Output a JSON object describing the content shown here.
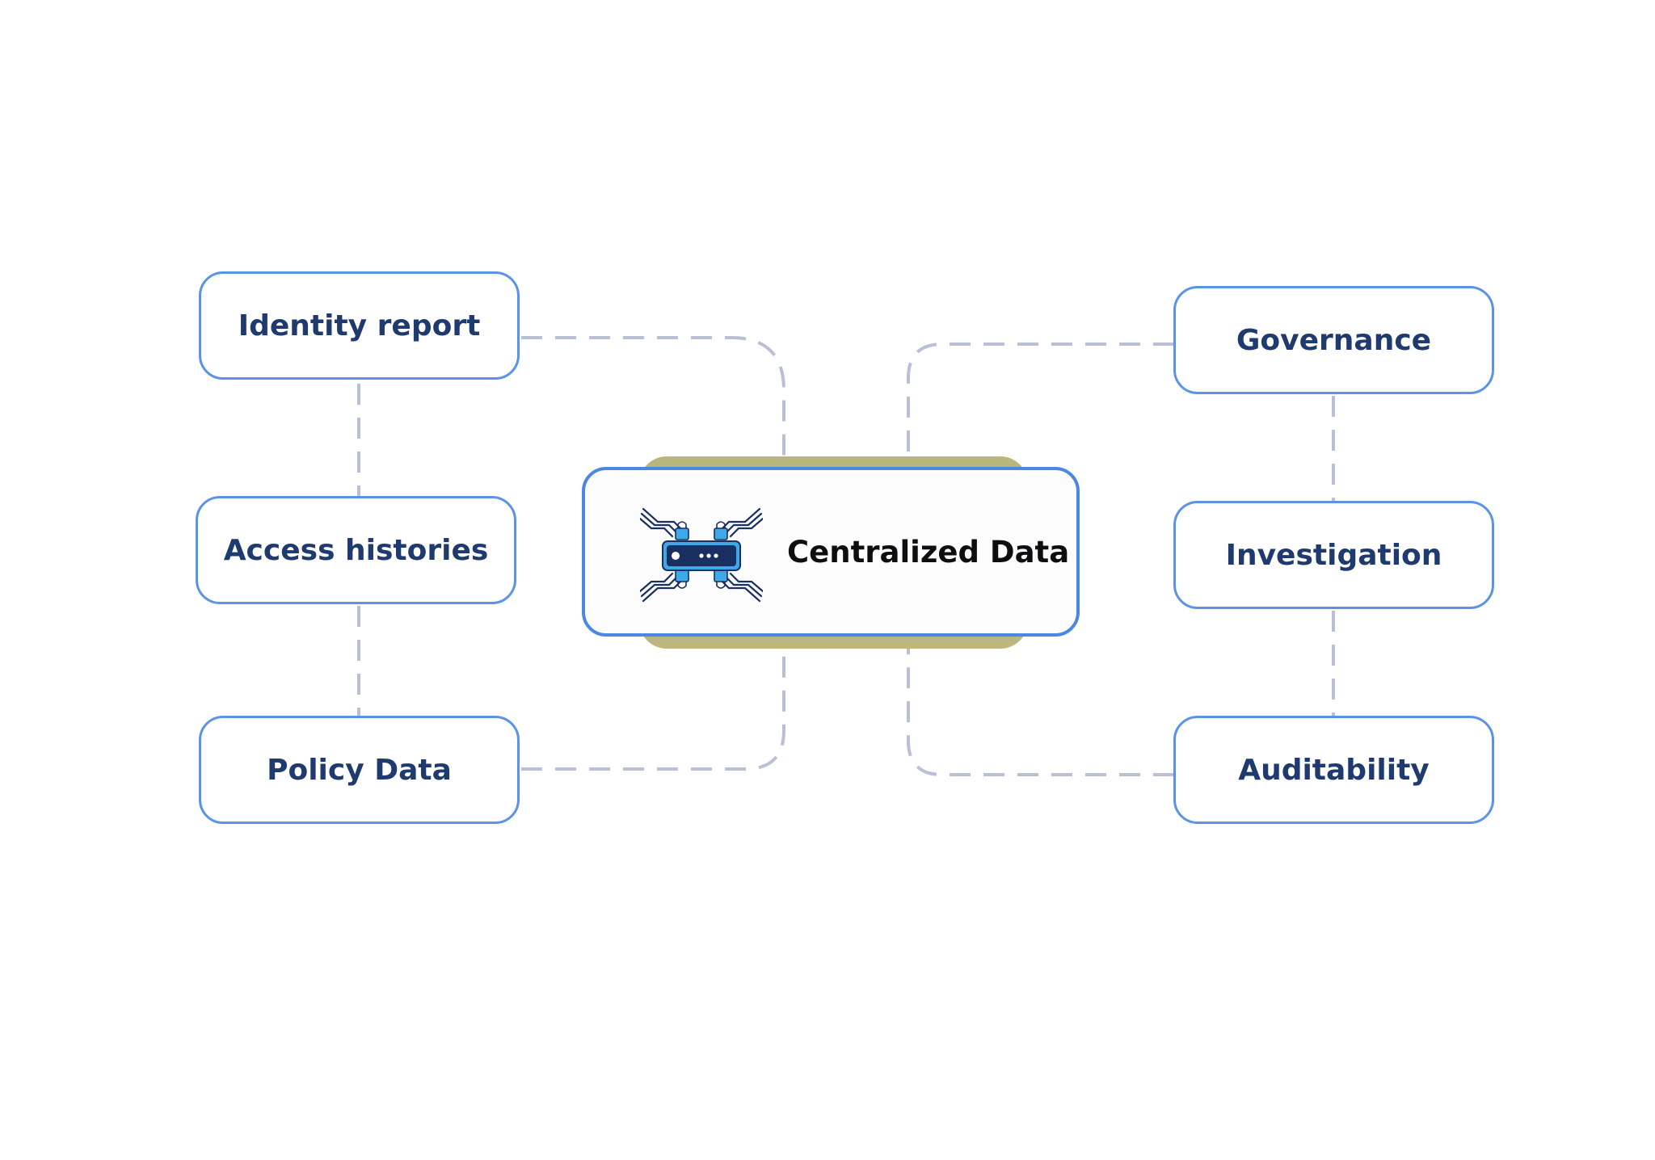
{
  "diagram": {
    "center": {
      "label": "Centralized Data",
      "icon": "server-network-icon"
    },
    "left_nodes": [
      {
        "label": "Identity report"
      },
      {
        "label": "Access histories"
      },
      {
        "label": "Policy Data"
      }
    ],
    "right_nodes": [
      {
        "label": "Governance"
      },
      {
        "label": "Investigation"
      },
      {
        "label": "Auditability"
      }
    ]
  },
  "colors": {
    "node_border": "#5b93e6",
    "node_text": "#1e3a6e",
    "connector": "#b9c0d6",
    "hub_border": "#4b87e3",
    "hub_text": "#0e0e10",
    "icon_dark": "#1a2f62",
    "icon_light": "#3fa8e6"
  }
}
